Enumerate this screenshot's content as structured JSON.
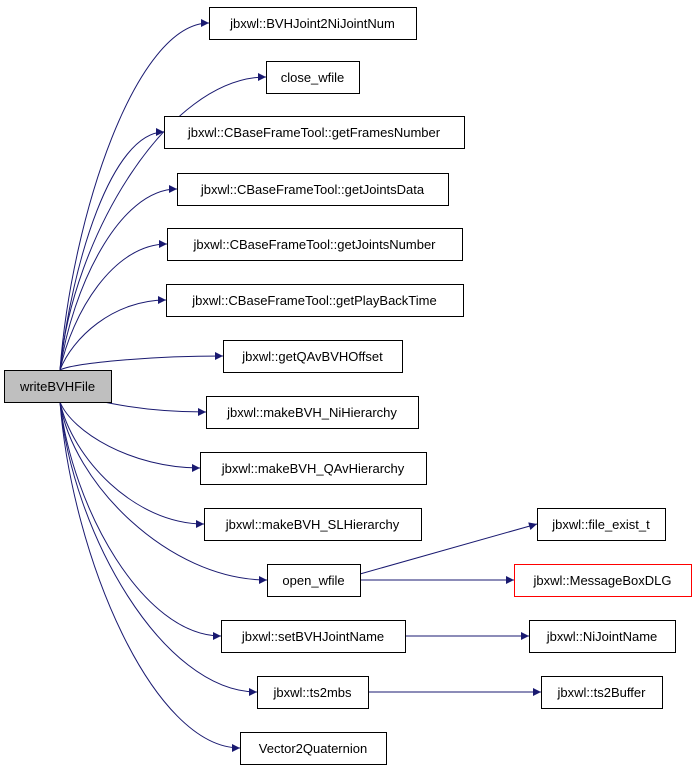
{
  "colors": {
    "edge": "#191970",
    "node_border": "#000000",
    "node_fill": "#ffffff",
    "root_fill": "#bfbfbf",
    "missing_border": "#ff0000"
  },
  "root": {
    "id": "writeBVHFile",
    "label": "writeBVHFile"
  },
  "nodes": [
    {
      "id": "BVHJoint2NiJointNum",
      "label": "jbxwl::BVHJoint2NiJointNum"
    },
    {
      "id": "close_wfile",
      "label": "close_wfile"
    },
    {
      "id": "getFramesNumber",
      "label": "jbxwl::CBaseFrameTool::getFramesNumber"
    },
    {
      "id": "getJointsData",
      "label": "jbxwl::CBaseFrameTool::getJointsData"
    },
    {
      "id": "getJointsNumber",
      "label": "jbxwl::CBaseFrameTool::getJointsNumber"
    },
    {
      "id": "getPlayBackTime",
      "label": "jbxwl::CBaseFrameTool::getPlayBackTime"
    },
    {
      "id": "getQAvBVHOffset",
      "label": "jbxwl::getQAvBVHOffset"
    },
    {
      "id": "makeBVH_NiHierarchy",
      "label": "jbxwl::makeBVH_NiHierarchy"
    },
    {
      "id": "makeBVH_QAvHierarchy",
      "label": "jbxwl::makeBVH_QAvHierarchy"
    },
    {
      "id": "makeBVH_SLHierarchy",
      "label": "jbxwl::makeBVH_SLHierarchy"
    },
    {
      "id": "open_wfile",
      "label": "open_wfile"
    },
    {
      "id": "setBVHJointName",
      "label": "jbxwl::setBVHJointName"
    },
    {
      "id": "ts2mbs",
      "label": "jbxwl::ts2mbs"
    },
    {
      "id": "Vector2Quaternion",
      "label": "Vector2Quaternion"
    },
    {
      "id": "file_exist_t",
      "label": "jbxwl::file_exist_t"
    },
    {
      "id": "MessageBoxDLG",
      "label": "jbxwl::MessageBoxDLG",
      "missing": true
    },
    {
      "id": "NiJointName",
      "label": "jbxwl::NiJointName"
    },
    {
      "id": "ts2Buffer",
      "label": "jbxwl::ts2Buffer"
    }
  ],
  "edges": [
    {
      "from": "writeBVHFile",
      "to": "BVHJoint2NiJointNum"
    },
    {
      "from": "writeBVHFile",
      "to": "close_wfile"
    },
    {
      "from": "writeBVHFile",
      "to": "getFramesNumber"
    },
    {
      "from": "writeBVHFile",
      "to": "getJointsData"
    },
    {
      "from": "writeBVHFile",
      "to": "getJointsNumber"
    },
    {
      "from": "writeBVHFile",
      "to": "getPlayBackTime"
    },
    {
      "from": "writeBVHFile",
      "to": "getQAvBVHOffset"
    },
    {
      "from": "writeBVHFile",
      "to": "makeBVH_NiHierarchy"
    },
    {
      "from": "writeBVHFile",
      "to": "makeBVH_QAvHierarchy"
    },
    {
      "from": "writeBVHFile",
      "to": "makeBVH_SLHierarchy"
    },
    {
      "from": "writeBVHFile",
      "to": "open_wfile"
    },
    {
      "from": "writeBVHFile",
      "to": "setBVHJointName"
    },
    {
      "from": "writeBVHFile",
      "to": "ts2mbs"
    },
    {
      "from": "writeBVHFile",
      "to": "Vector2Quaternion"
    },
    {
      "from": "open_wfile",
      "to": "file_exist_t"
    },
    {
      "from": "open_wfile",
      "to": "MessageBoxDLG"
    },
    {
      "from": "setBVHJointName",
      "to": "NiJointName"
    },
    {
      "from": "ts2mbs",
      "to": "ts2Buffer"
    }
  ]
}
